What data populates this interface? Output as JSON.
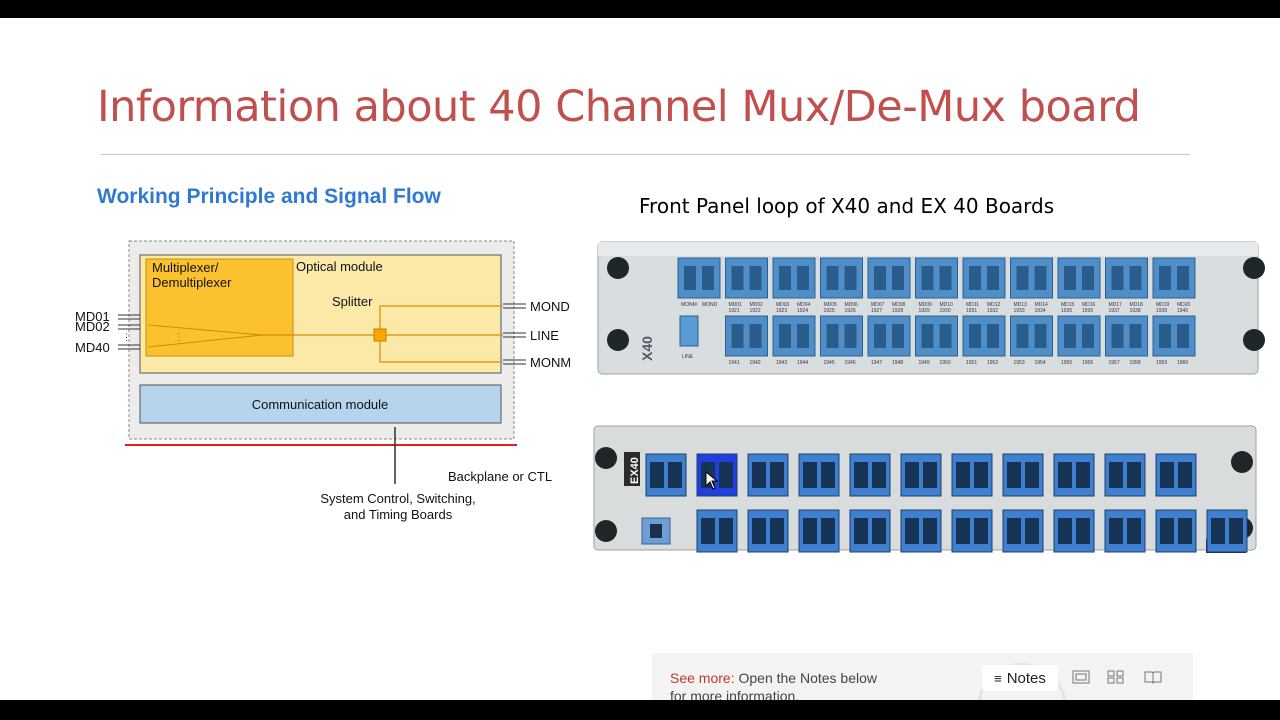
{
  "slide": {
    "title": "Information about 40 Channel Mux/De-Mux board",
    "left_heading": "Working Principle and Signal Flow",
    "right_heading": "Front Panel loop of X40 and EX 40 Boards"
  },
  "diagram": {
    "mux_label_line1": "Multiplexer/",
    "mux_label_line2": "Demultiplexer",
    "optical_module": "Optical module",
    "splitter": "Splitter",
    "inputs": [
      "MD01",
      "MD02",
      "MD40"
    ],
    "outputs": [
      "MOND",
      "LINE",
      "MONM"
    ],
    "communication_module": "Communication module",
    "backplane": "Backplane or CTL",
    "system_line1": "System Control, Switching,",
    "system_line2": "and Timing Boards"
  },
  "boards": {
    "x40_label": "X40",
    "ex40_label": "EX40",
    "x40_top_ports": [
      "MONM",
      "MOND",
      "MD01",
      "MD02",
      "MD03",
      "MD04",
      "MD05",
      "MD06",
      "MD07",
      "MD08",
      "MD09",
      "MD10",
      "MD11",
      "MD12",
      "MD13",
      "MD14",
      "MD15",
      "MD16",
      "MD17",
      "MD18",
      "MD19",
      "MD20"
    ],
    "x40_top_freqs": [
      "",
      "",
      "1921",
      "1922",
      "1923",
      "1924",
      "1925",
      "1926",
      "1927",
      "1928",
      "1929",
      "1930",
      "1931",
      "1932",
      "1933",
      "1934",
      "1935",
      "1936",
      "1937",
      "1938",
      "1939",
      "1940"
    ],
    "x40_bottom_freqs": [
      "1941",
      "1942",
      "1943",
      "1944",
      "1945",
      "1946",
      "1947",
      "1948",
      "1949",
      "1950",
      "1951",
      "1952",
      "1953",
      "1954",
      "1955",
      "1956",
      "1957",
      "1958",
      "1959",
      "1960"
    ],
    "line_port": "LINE"
  },
  "notes_bar": {
    "see_more_label": "See more:",
    "see_more_text": "Open the Notes below for more information.",
    "notes_button": "Notes"
  },
  "colors": {
    "title": "#c0504d",
    "heading": "#2f79d4",
    "mux_box": "#fcc12f",
    "optical_bg": "#fbe9a8",
    "comm_box": "#b7d4ef",
    "backplane_line": "#e02020"
  }
}
